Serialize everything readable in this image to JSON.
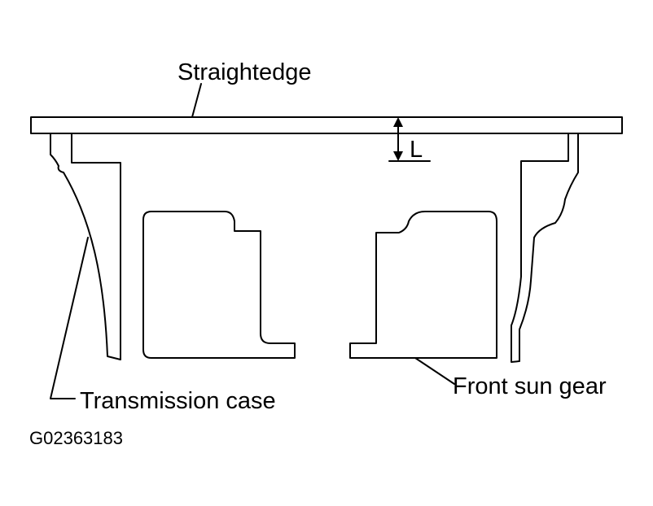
{
  "labels": {
    "straightedge": "Straightedge",
    "measurement": "L",
    "transmission_case": "Transmission case",
    "front_sun_gear": "Front sun gear",
    "figure_id": "G02363183"
  },
  "colors": {
    "ink": "#000000",
    "background": "#ffffff"
  }
}
